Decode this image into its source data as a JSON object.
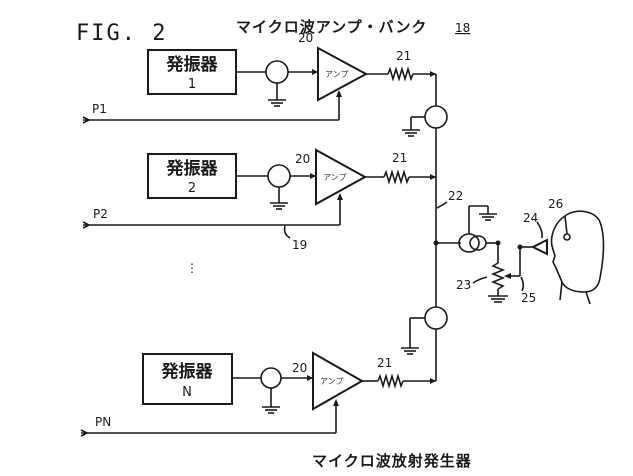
{
  "figure": {
    "label": "FIG. 2",
    "top_title": "マイクロ波アンプ・バンク",
    "top_title_ref": "18",
    "bottom_title": "マイクロ波放射発生器"
  },
  "channels": [
    {
      "oscillator_label": "発振器",
      "oscillator_index": "1",
      "amp_label": "アンプ",
      "amp_ref": "20",
      "resistor_ref": "21",
      "input_label": "P1"
    },
    {
      "oscillator_label": "発振器",
      "oscillator_index": "2",
      "amp_label": "アンプ",
      "amp_ref": "20",
      "resistor_ref": "21",
      "input_label": "P2",
      "line_ref": "19"
    },
    {
      "oscillator_label": "発振器",
      "oscillator_index": "N",
      "amp_label": "アンプ",
      "amp_ref": "20",
      "resistor_ref": "21",
      "input_label": "PN"
    }
  ],
  "ellipsis": "⋮",
  "output": {
    "bus_ref": "22",
    "potentiometer_ref": "23",
    "antenna_ref": "24",
    "lead_ref": "25",
    "head_ref": "26"
  }
}
